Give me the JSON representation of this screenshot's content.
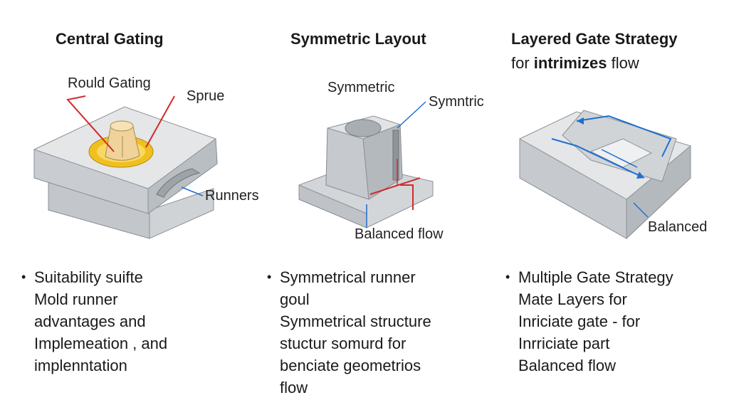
{
  "panels": [
    {
      "title": "Central Gating",
      "callouts": [
        "Rould Gating",
        "Sprue",
        "Runners"
      ],
      "bullet_lines": [
        "Suitability suifte",
        "Mold runner",
        "advantages and",
        "Implemeation , and",
        "implenntation"
      ]
    },
    {
      "title": "Symmetric Layout",
      "callouts": [
        "Symmetric",
        "Symntric",
        "Balanced flow"
      ],
      "bullet_lines": [
        "Symmetrical runner",
        "goul",
        "Symmetrical structure",
        "stuctur somurd for",
        "benciate geometrios",
        "flow"
      ]
    },
    {
      "title": "Layered Gate Strategy",
      "subtitle_pre": "for ",
      "subtitle_bold": "intrimizes",
      "subtitle_post": " flow",
      "callouts": [
        "Balanced"
      ],
      "bullet_lines": [
        "Multiple Gate Strategy",
        "Mate Layers for",
        "Inriciate gate - for",
        " Inrriciate part",
        " Balanced flow"
      ]
    }
  ],
  "colors": {
    "red_arrow": "#d22b2b",
    "blue_arrow": "#1f6fd1",
    "gate_ring": "#f0c020",
    "sprue": "#efd39a",
    "mold_top": "#e6e8ea",
    "mold_side": "#c9cdd1",
    "mold_dark": "#aeb3b8"
  }
}
